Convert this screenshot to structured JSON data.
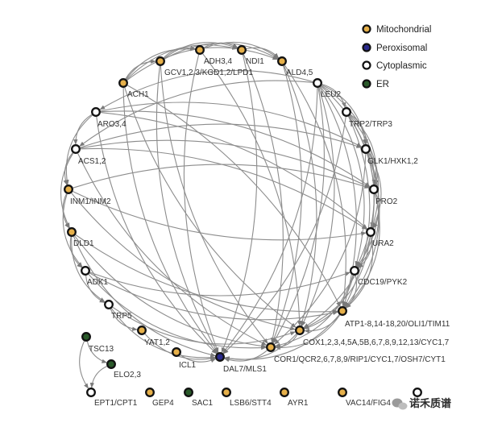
{
  "colors": {
    "mitochondrial": "#e6b04a",
    "peroxisomal": "#2a2a8c",
    "cytoplasmic": "#ffffff",
    "er": "#2a5a2a",
    "edge": "#8c8c8c",
    "node_stroke": "#111111"
  },
  "legend": [
    {
      "key": "mitochondrial",
      "label": "Mitochondrial"
    },
    {
      "key": "peroxisomal",
      "label": "Peroxisomal"
    },
    {
      "key": "cytoplasmic",
      "label": "Cytoplasmic"
    },
    {
      "key": "er",
      "label": "ER"
    }
  ],
  "nodes": [
    {
      "id": "gcv",
      "label": "GCV1,2,3/KGD1,2/LPD1",
      "type": "mitochondrial"
    },
    {
      "id": "adh",
      "label": "ADH3,4",
      "type": "mitochondrial"
    },
    {
      "id": "ndi",
      "label": "NDI1",
      "type": "mitochondrial"
    },
    {
      "id": "ald",
      "label": "ALD4,5",
      "type": "mitochondrial"
    },
    {
      "id": "ach",
      "label": "ACH1",
      "type": "mitochondrial"
    },
    {
      "id": "leu",
      "label": "LEU2",
      "type": "cytoplasmic"
    },
    {
      "id": "aro",
      "label": "ARO3,4",
      "type": "cytoplasmic"
    },
    {
      "id": "trp2",
      "label": "TRP2/TRP3",
      "type": "cytoplasmic"
    },
    {
      "id": "acs",
      "label": "ACS1,2",
      "type": "cytoplasmic"
    },
    {
      "id": "glk",
      "label": "GLK1/HXK1,2",
      "type": "cytoplasmic"
    },
    {
      "id": "inm",
      "label": "INM1/INM2",
      "type": "mitochondrial"
    },
    {
      "id": "pro",
      "label": "PRO2",
      "type": "cytoplasmic"
    },
    {
      "id": "dld",
      "label": "DLD1",
      "type": "mitochondrial"
    },
    {
      "id": "ura",
      "label": "URA2",
      "type": "cytoplasmic"
    },
    {
      "id": "adk",
      "label": "ADK1",
      "type": "cytoplasmic"
    },
    {
      "id": "cdc",
      "label": "CDC19/PYK2",
      "type": "cytoplasmic"
    },
    {
      "id": "trp5",
      "label": "TRP5",
      "type": "cytoplasmic"
    },
    {
      "id": "atp",
      "label": "ATP1-8,14-18,20/OLI1/TIM11",
      "type": "mitochondrial"
    },
    {
      "id": "yat",
      "label": "YAT1,2",
      "type": "mitochondrial"
    },
    {
      "id": "cox",
      "label": "COX1,2,3,4,5A,5B,6,7,8,9,12,13/CYC1,7",
      "type": "mitochondrial"
    },
    {
      "id": "icl",
      "label": "ICL1",
      "type": "mitochondrial"
    },
    {
      "id": "cor",
      "label": "COR1/QCR2,6,7,8,9/RIP1/CYC1,7/OSH7/CYT1",
      "type": "mitochondrial"
    },
    {
      "id": "dal",
      "label": "DAL7/MLS1",
      "type": "peroxisomal"
    },
    {
      "id": "tsc",
      "label": "TSC13",
      "type": "er"
    },
    {
      "id": "elo",
      "label": "ELO2,3",
      "type": "er"
    },
    {
      "id": "ept",
      "label": "EPT1/CPT1",
      "type": "cytoplasmic"
    },
    {
      "id": "gep",
      "label": "GEP4",
      "type": "mitochondrial"
    },
    {
      "id": "sac",
      "label": "SAC1",
      "type": "er"
    },
    {
      "id": "lsb",
      "label": "LSB6/STT4",
      "type": "mitochondrial"
    },
    {
      "id": "ayr",
      "label": "AYR1",
      "type": "mitochondrial"
    },
    {
      "id": "vac",
      "label": "VAC14/FIG4",
      "type": "mitochondrial"
    },
    {
      "id": "extra",
      "label": "",
      "type": "cytoplasmic"
    }
  ],
  "edges": [
    [
      "ach",
      "gcv"
    ],
    [
      "ach",
      "adh"
    ],
    [
      "ach",
      "ndi"
    ],
    [
      "ach",
      "ald"
    ],
    [
      "gcv",
      "adh"
    ],
    [
      "gcv",
      "ndi"
    ],
    [
      "gcv",
      "ald"
    ],
    [
      "adh",
      "ndi"
    ],
    [
      "adh",
      "ald"
    ],
    [
      "ndi",
      "ald"
    ],
    [
      "leu",
      "trp2"
    ],
    [
      "leu",
      "glk"
    ],
    [
      "leu",
      "pro"
    ],
    [
      "leu",
      "ura"
    ],
    [
      "leu",
      "cdc"
    ],
    [
      "leu",
      "atp"
    ],
    [
      "leu",
      "cox"
    ],
    [
      "leu",
      "cor"
    ],
    [
      "leu",
      "dal"
    ],
    [
      "leu",
      "aro"
    ],
    [
      "leu",
      "acs"
    ],
    [
      "trp2",
      "glk"
    ],
    [
      "trp2",
      "pro"
    ],
    [
      "trp2",
      "ura"
    ],
    [
      "trp2",
      "cdc"
    ],
    [
      "trp2",
      "atp"
    ],
    [
      "glk",
      "pro"
    ],
    [
      "glk",
      "ura"
    ],
    [
      "glk",
      "cdc"
    ],
    [
      "glk",
      "atp"
    ],
    [
      "pro",
      "ura"
    ],
    [
      "pro",
      "cdc"
    ],
    [
      "pro",
      "atp"
    ],
    [
      "pro",
      "cox"
    ],
    [
      "ura",
      "cdc"
    ],
    [
      "ura",
      "atp"
    ],
    [
      "ura",
      "cox"
    ],
    [
      "cdc",
      "atp"
    ],
    [
      "cdc",
      "cox"
    ],
    [
      "cdc",
      "cor"
    ],
    [
      "atp",
      "cox"
    ],
    [
      "atp",
      "cor"
    ],
    [
      "atp",
      "dal"
    ],
    [
      "cox",
      "cor"
    ],
    [
      "cox",
      "dal"
    ],
    [
      "cor",
      "dal"
    ],
    [
      "aro",
      "acs"
    ],
    [
      "aro",
      "inm"
    ],
    [
      "aro",
      "pro"
    ],
    [
      "aro",
      "glk"
    ],
    [
      "aro",
      "ura"
    ],
    [
      "acs",
      "inm"
    ],
    [
      "acs",
      "dld"
    ],
    [
      "acs",
      "glk"
    ],
    [
      "acs",
      "pro"
    ],
    [
      "acs",
      "ura"
    ],
    [
      "inm",
      "dld"
    ],
    [
      "inm",
      "adk"
    ],
    [
      "inm",
      "pro"
    ],
    [
      "inm",
      "ura"
    ],
    [
      "dld",
      "adk"
    ],
    [
      "dld",
      "trp5"
    ],
    [
      "dld",
      "dal"
    ],
    [
      "dld",
      "cor"
    ],
    [
      "adk",
      "trp5"
    ],
    [
      "adk",
      "cdc"
    ],
    [
      "adk",
      "atp"
    ],
    [
      "trp5",
      "yat"
    ],
    [
      "trp5",
      "dal"
    ],
    [
      "yat",
      "dal"
    ],
    [
      "icl",
      "dal"
    ],
    [
      "gcv",
      "dal"
    ],
    [
      "gcv",
      "cor"
    ],
    [
      "adh",
      "dal"
    ],
    [
      "adh",
      "cox"
    ],
    [
      "ndi",
      "dal"
    ],
    [
      "ndi",
      "cor"
    ],
    [
      "ald",
      "cor"
    ],
    [
      "ald",
      "cox"
    ],
    [
      "ald",
      "atp"
    ],
    [
      "ach",
      "dal"
    ],
    [
      "ach",
      "cox"
    ],
    [
      "ach",
      "atp"
    ],
    [
      "aro",
      "dal"
    ],
    [
      "acs",
      "cor"
    ],
    [
      "inm",
      "cox"
    ],
    [
      "dld",
      "atp"
    ],
    [
      "trp2",
      "dal"
    ],
    [
      "glk",
      "cor"
    ],
    [
      "trp5",
      "cox"
    ],
    [
      "adk",
      "cor"
    ],
    [
      "tsc",
      "elo"
    ],
    [
      "elo",
      "ept"
    ],
    [
      "tsc",
      "ept"
    ]
  ],
  "watermark": {
    "text": "诺禾质谱",
    "icon": "wechat-icon"
  }
}
